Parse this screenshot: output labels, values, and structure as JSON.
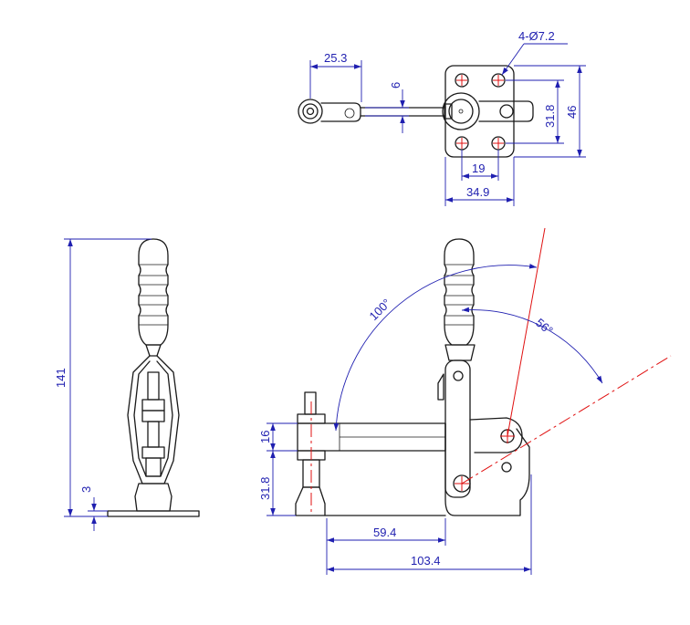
{
  "drawing": {
    "top_view": {
      "dims": {
        "arm_offset": "25.3",
        "arm_thickness": "6",
        "hole_spec": "4-Ø7.2",
        "hole_spacing_v": "31.8",
        "base_height": "46",
        "hole_spacing_h": "19",
        "base_width": "34.9"
      }
    },
    "front_view": {
      "dims": {
        "overall_height": "141",
        "base_thickness": "3"
      }
    },
    "side_view": {
      "dims": {
        "bar_height": "16",
        "spindle_height": "31.8",
        "spindle_reach": "59.4",
        "overall_length": "103.4",
        "open_angle": "100°",
        "release_angle": "56°"
      }
    },
    "colors": {
      "outline": "#1a1a1a",
      "dimension": "#1f1fb0",
      "centerline": "#e01010"
    }
  }
}
